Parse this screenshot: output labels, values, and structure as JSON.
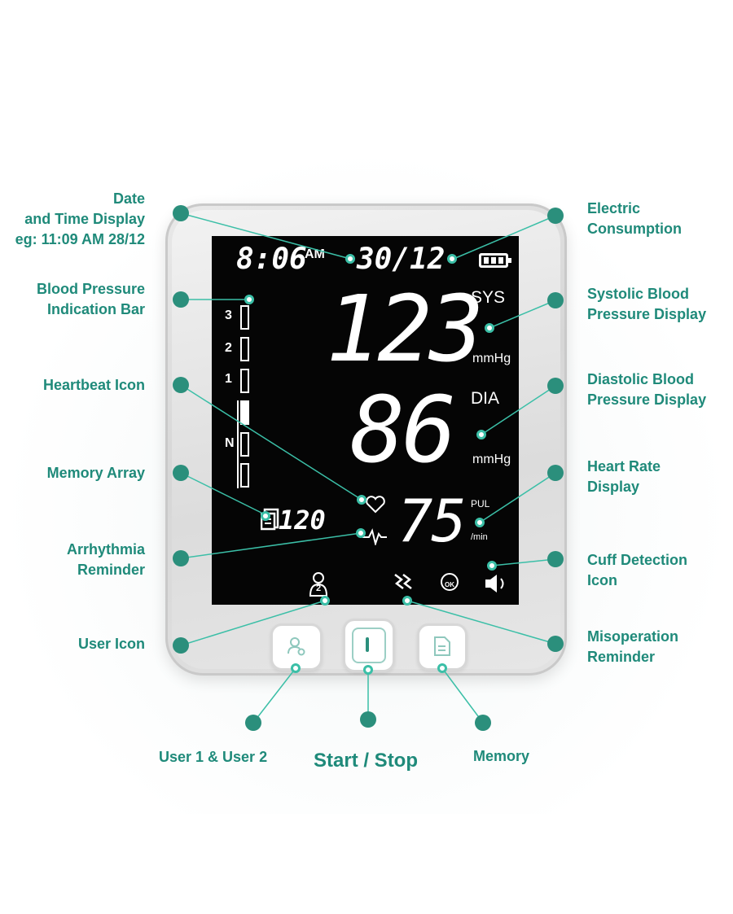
{
  "display": {
    "time": "8:06",
    "ampm": "AM",
    "date": "30/12",
    "bar_levels": [
      "3",
      "2",
      "1",
      "N"
    ],
    "systolic": "123",
    "systolic_label": "SYS",
    "systolic_unit": "mmHg",
    "diastolic": "86",
    "diastolic_label": "DIA",
    "diastolic_unit": "mmHg",
    "pulse": "75",
    "pulse_label": "PUL",
    "pulse_unit": "/min",
    "memory_count": "120",
    "user_number": "2",
    "ok_text": "OK"
  },
  "labels": {
    "date_time": [
      "Date",
      "and Time Display",
      "eg: 11:09 AM 28/12"
    ],
    "bp_bar": [
      "Blood Pressure",
      "Indication Bar"
    ],
    "heartbeat": [
      "Heartbeat Icon"
    ],
    "memory_array": [
      "Memory Array"
    ],
    "arrhythmia": [
      "Arrhythmia",
      "Reminder"
    ],
    "user_icon": [
      "User Icon"
    ],
    "electric": [
      "Electric",
      "Consumption"
    ],
    "systolic": [
      "Systolic Blood",
      "Pressure Display"
    ],
    "diastolic": [
      "Diastolic Blood",
      "Pressure Display"
    ],
    "heart_rate": [
      "Heart Rate",
      "Display"
    ],
    "cuff": [
      "Cuff Detection",
      "Icon"
    ],
    "misoperation": [
      "Misoperation",
      "Reminder"
    ]
  },
  "buttons": {
    "user": "User 1 & User 2",
    "start": "Start / Stop",
    "memory": "Memory"
  },
  "colors": {
    "accent": "#2b8f7c",
    "line": "#3bbfa7",
    "label": "#1f8a7a"
  }
}
